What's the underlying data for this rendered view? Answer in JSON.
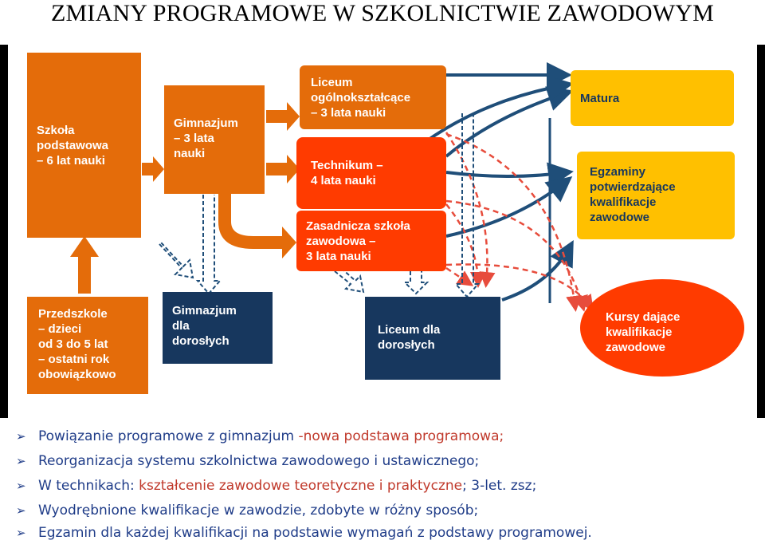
{
  "title": "ZMIANY PROGRAMOWE W SZKOLNICTWIE ZAWODOWYM",
  "colors": {
    "orange": "#e46c0a",
    "red": "#ff3b00",
    "navy": "#17375e",
    "yellow": "#ffc000",
    "arrow_blue": "#1f4e79",
    "dashed_red": "#e74c3c"
  },
  "boxes": {
    "szkola_podstawowa": "Szkoła\npodstawowa\n– 6 lat nauki",
    "gimnazjum": "Gimnazjum\n– 3 lata\nnauki",
    "liceum": "Liceum\nogólnokształcące\n– 3 lata nauki",
    "technikum": "Technikum –\n4 lata nauki",
    "zasadnicza": "Zasadnicza szkoła\nzawodowa –\n3 lata nauki",
    "matura": "Matura",
    "egzaminy": "Egzaminy\npotwierdzające\nkwalifikacje\nzawodowe",
    "przedszkole": "Przedszkole\n– dzieci\nod 3 do 5 lat\n– ostatni rok\nobowiązkowo",
    "gimnazjum_doroslych": "Gimnazjum\ndla\ndorosłych",
    "liceum_doroslych": "Liceum dla\ndorosłych",
    "kursy": "Kursy dające\nkwalifikacje\nzawodowe"
  },
  "bullets": [
    {
      "before": "Powiązanie programowe  z gimnazjum ",
      "highlight": "-nowa podstawa programowa;",
      "after": ""
    },
    {
      "before": "Reorganizacja systemu szkolnictwa zawodowego i ustawicznego;",
      "highlight": "",
      "after": ""
    },
    {
      "before": " W technikach: ",
      "highlight": "kształcenie zawodowe teoretyczne i praktyczne",
      "after": "; 3-let.  zsz;"
    },
    {
      "before": " Wyodrębnione kwalifikacje w zawodzie, zdobyte w różny sposób;",
      "highlight": "",
      "after": ""
    },
    {
      "before": "Egzamin dla każdej kwalifikacji na podstawie  wymagań z podstawy programowej.",
      "highlight": "",
      "after": ""
    }
  ],
  "bullet_marker": "➢"
}
